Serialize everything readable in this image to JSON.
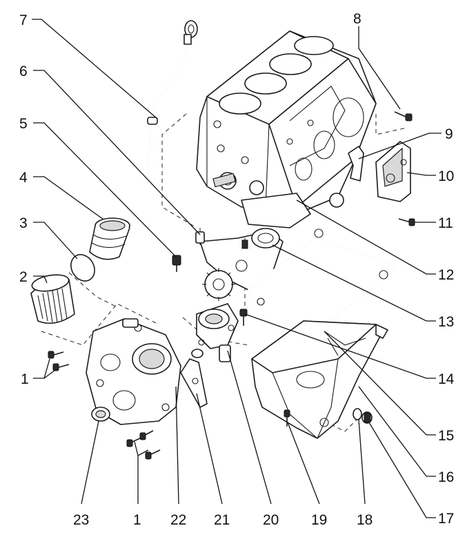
{
  "callouts": {
    "c1a": "1",
    "c2": "2",
    "c3": "3",
    "c4": "4",
    "c5": "5",
    "c6": "6",
    "c7": "7",
    "c8": "8",
    "c9": "9",
    "c10": "10",
    "c11": "11",
    "c12": "12",
    "c13": "13",
    "c14": "14",
    "c15": "15",
    "c16": "16",
    "c17": "17",
    "c18": "18",
    "c19": "19",
    "c20": "20",
    "c21": "21",
    "c22": "22",
    "c23": "23",
    "c1b": "1"
  },
  "colors": {
    "ink": "#111111",
    "paper": "#ffffff",
    "shade": "#d9d9d9"
  }
}
